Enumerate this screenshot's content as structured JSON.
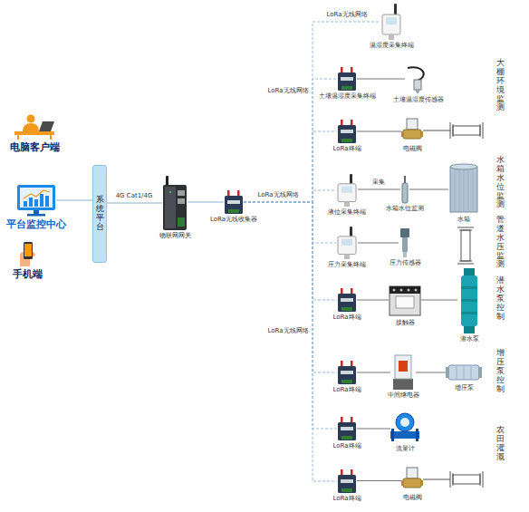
{
  "diagram": {
    "nodes": [
      {
        "text": [
          "电脑客户端"
        ]
      },
      {
        "text": [
          "平台监控中心"
        ]
      },
      {
        "text": [
          "手机端"
        ]
      },
      {
        "text": [
          "系统平台"
        ]
      },
      {
        "text": [
          "物联网网关"
        ]
      },
      {
        "text": [
          "LoRa无线收集器"
        ]
      },
      {
        "text": [
          "温湿度采集终端"
        ]
      },
      {
        "text": [
          "土壤温湿度采集终端"
        ]
      },
      {
        "text": [
          "土壤温湿度传感器"
        ]
      },
      {
        "text": [
          "LoRa终端"
        ]
      },
      {
        "text": [
          "电磁阀"
        ]
      },
      {
        "text": [
          "液位采集终端"
        ]
      },
      {
        "text": [
          "水箱水位监测"
        ]
      },
      {
        "text": [
          "水箱"
        ]
      },
      {
        "text": [
          "压力采集终端"
        ]
      },
      {
        "text": [
          "压力传感器"
        ]
      },
      {
        "text": [
          "LoRa终端"
        ]
      },
      {
        "text": [
          "接触器"
        ]
      },
      {
        "text": [
          "潜水泵"
        ]
      },
      {
        "text": [
          "LoRa终端"
        ]
      },
      {
        "text": [
          "中间继电器"
        ]
      },
      {
        "text": [
          "增压泵"
        ]
      },
      {
        "text": [
          "LoRa终端"
        ]
      },
      {
        "text": [
          "流量计"
        ]
      },
      {
        "text": [
          "LoRa终端"
        ]
      },
      {
        "text": [
          "电磁阀"
        ]
      }
    ],
    "edges": [
      {
        "from": 1,
        "to": 3,
        "arrow": "none"
      },
      {
        "from": 3,
        "to": 4,
        "label": "4G Cat1/4G",
        "arrow": "none"
      },
      {
        "from": 4,
        "to": 5,
        "arrow": "none"
      },
      {
        "from": 5,
        "to": 6,
        "label": "LoRa无线网络",
        "arrow": "none"
      },
      {
        "from": 5,
        "to": 7,
        "label": "LoRa无线网络",
        "arrow": "none"
      },
      {
        "from": 5,
        "to": 9,
        "arrow": "none"
      },
      {
        "from": 5,
        "to": 11,
        "label": "LoRa无线网络",
        "arrow": "none"
      },
      {
        "from": 5,
        "to": 14,
        "arrow": "none"
      },
      {
        "from": 5,
        "to": 16,
        "arrow": "none"
      },
      {
        "from": 5,
        "to": 19,
        "label": "LoRa无线网络",
        "arrow": "none"
      },
      {
        "from": 5,
        "to": 22,
        "arrow": "none"
      },
      {
        "from": 5,
        "to": 24,
        "arrow": "none"
      },
      {
        "from": 7,
        "to": 8,
        "arrow": "none"
      },
      {
        "from": 9,
        "to": 10,
        "arrow": "none"
      },
      {
        "from": 11,
        "to": 12,
        "label": "采集",
        "arrow": "none"
      },
      {
        "from": 12,
        "to": 13,
        "arrow": "none"
      },
      {
        "from": 14,
        "to": 15,
        "arrow": "none"
      },
      {
        "from": 16,
        "to": 17,
        "arrow": "none"
      },
      {
        "from": 17,
        "to": 18,
        "arrow": "none"
      },
      {
        "from": 19,
        "to": 20,
        "arrow": "none"
      },
      {
        "from": 20,
        "to": 21,
        "arrow": "none"
      },
      {
        "from": 22,
        "to": 23,
        "arrow": "none"
      },
      {
        "from": 24,
        "to": 25,
        "arrow": "none"
      }
    ],
    "labels": [
      "大棚环境监测",
      "水箱水位监测",
      "管道水压监测",
      "潜水泵控制",
      "增压泵控制",
      "农田灌溉"
    ]
  }
}
